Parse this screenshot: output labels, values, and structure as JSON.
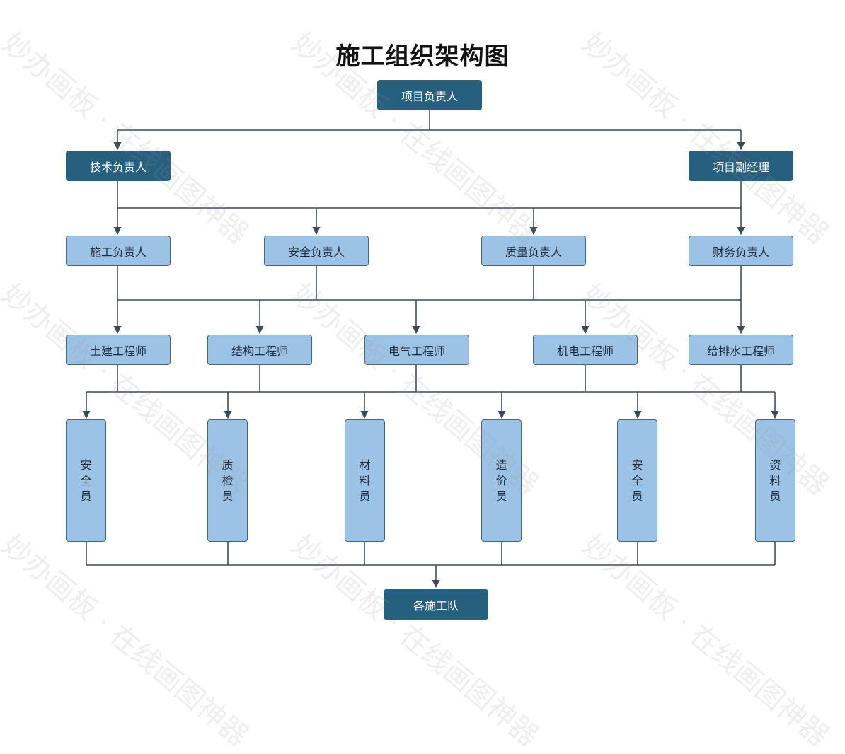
{
  "title": "施工组织架构图",
  "watermark": "妙办画板 · 在线画图神器",
  "colors": {
    "dark_node": "#275f7f",
    "light_node": "#9cc3e6",
    "connector": "#3d4a5c"
  },
  "nodes": {
    "project_manager": "项目负责人",
    "tech_lead": "技术负责人",
    "deputy_manager": "项目副经理",
    "construction_lead": "施工负责人",
    "safety_lead": "安全负责人",
    "quality_lead": "质量负责人",
    "finance_lead": "财务负责人",
    "civil_engineer": "土建工程师",
    "structural_engineer": "结构工程师",
    "electrical_engineer": "电气工程师",
    "mechanical_engineer": "机电工程师",
    "plumbing_engineer": "给排水工程师",
    "safety_officer_1": "安全员",
    "quality_inspector": "质检员",
    "materials_officer": "材料员",
    "cost_officer": "造价员",
    "safety_officer_2": "安全员",
    "documents_officer": "资料员",
    "construction_teams": "各施工队"
  }
}
